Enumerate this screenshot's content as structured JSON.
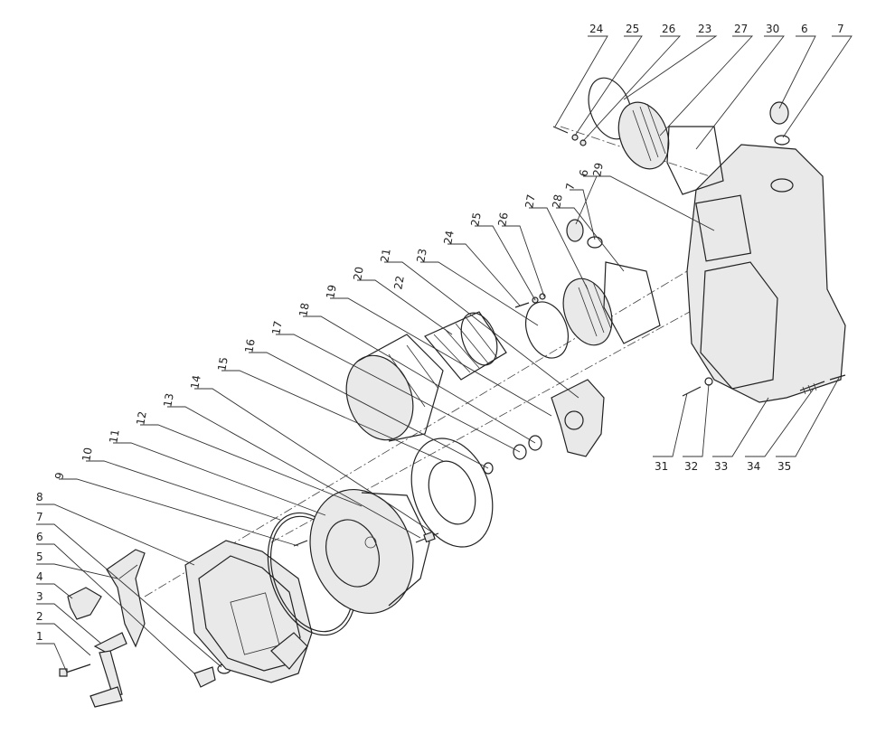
{
  "diagram": {
    "callouts": [
      {
        "id": "c1",
        "label": "1"
      },
      {
        "id": "c2",
        "label": "2"
      },
      {
        "id": "c3",
        "label": "3"
      },
      {
        "id": "c4",
        "label": "4"
      },
      {
        "id": "c5",
        "label": "5"
      },
      {
        "id": "c6",
        "label": "6"
      },
      {
        "id": "c7",
        "label": "7"
      },
      {
        "id": "c8",
        "label": "8"
      },
      {
        "id": "c9",
        "label": "9"
      },
      {
        "id": "c10",
        "label": "10"
      },
      {
        "id": "c11",
        "label": "11"
      },
      {
        "id": "c12",
        "label": "12"
      },
      {
        "id": "c13",
        "label": "13"
      },
      {
        "id": "c14",
        "label": "14"
      },
      {
        "id": "c15",
        "label": "15"
      },
      {
        "id": "c16",
        "label": "16"
      },
      {
        "id": "c17",
        "label": "17"
      },
      {
        "id": "c18",
        "label": "18"
      },
      {
        "id": "c19",
        "label": "19"
      },
      {
        "id": "c20",
        "label": "20"
      },
      {
        "id": "c21",
        "label": "21"
      },
      {
        "id": "c22",
        "label": "22"
      },
      {
        "id": "c23a",
        "label": "23"
      },
      {
        "id": "c24a",
        "label": "24"
      },
      {
        "id": "c25a",
        "label": "25"
      },
      {
        "id": "c26a",
        "label": "26"
      },
      {
        "id": "c27a",
        "label": "27"
      },
      {
        "id": "c28",
        "label": "28"
      },
      {
        "id": "c7a",
        "label": "7"
      },
      {
        "id": "c6a",
        "label": "6"
      },
      {
        "id": "c29",
        "label": "29"
      },
      {
        "id": "c24b",
        "label": "24"
      },
      {
        "id": "c25b",
        "label": "25"
      },
      {
        "id": "c26b",
        "label": "26"
      },
      {
        "id": "c23b",
        "label": "23"
      },
      {
        "id": "c27b",
        "label": "27"
      },
      {
        "id": "c30",
        "label": "30"
      },
      {
        "id": "c6b",
        "label": "6"
      },
      {
        "id": "c7b",
        "label": "7"
      },
      {
        "id": "c31",
        "label": "31"
      },
      {
        "id": "c32",
        "label": "32"
      },
      {
        "id": "c33",
        "label": "33"
      },
      {
        "id": "c34",
        "label": "34"
      },
      {
        "id": "c35",
        "label": "35"
      }
    ]
  }
}
